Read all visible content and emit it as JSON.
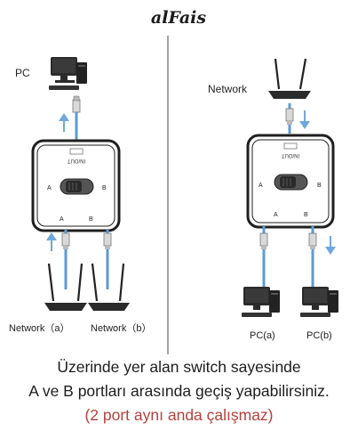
{
  "brand": {
    "logo": "alFais"
  },
  "left_panel": {
    "top_device_label": "PC",
    "switch": {
      "input_label": "IN/OUT",
      "left_port": "A",
      "right_port": "B",
      "bottom_left": "A",
      "bottom_right": "B"
    },
    "bottom_labels": [
      "Network（a）",
      "Network（b）"
    ]
  },
  "right_panel": {
    "top_device_label": "Network",
    "switch": {
      "input_label": "IN/OUT",
      "left_port": "A",
      "right_port": "B",
      "bottom_left": "A",
      "bottom_right": "B"
    },
    "bottom_labels": [
      "PC(a)",
      "PC(b)"
    ]
  },
  "caption": {
    "line1": "Üzerinde yer alan switch sayesinde",
    "line2": "A ve B portları arasında geçiş yapabilirsiniz.",
    "line3": "(2 port aynı anda çalışmaz)"
  },
  "colors": {
    "cable": "#5b9bd5",
    "arrow": "#6fa8dc",
    "device": "#2b2b2b",
    "note": "#b5413c"
  }
}
